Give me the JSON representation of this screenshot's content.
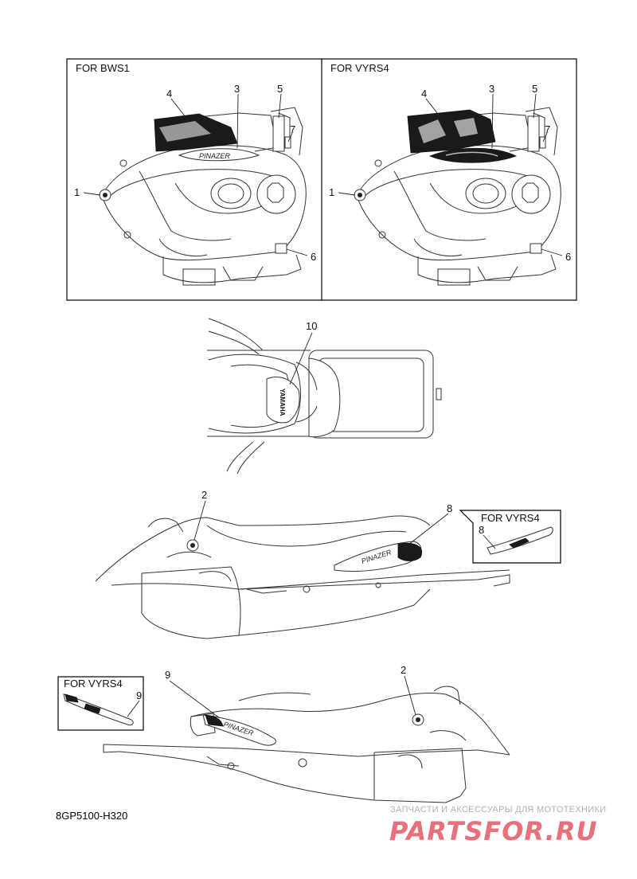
{
  "panels": {
    "left_title": "FOR BWS1",
    "right_title": "FOR VYRS4"
  },
  "callouts": {
    "c1": "1",
    "c2": "2",
    "c3": "3",
    "c4": "4",
    "c5": "5",
    "c6": "6",
    "c7": "7",
    "c8": "8",
    "c9": "9",
    "c10": "10"
  },
  "insets": {
    "inset8_title": "FOR VYRS4",
    "inset9_title": "FOR VYRS4"
  },
  "decals": {
    "seat_text": "YAMAHA"
  },
  "diagram_code": "8GP5100-H320",
  "watermark": {
    "caption": "ЗАПЧАСТИ И АКСЕССУАРЫ ДЛЯ МОТОТЕХНИКИ",
    "logo": "PARTSFOR.RU"
  }
}
